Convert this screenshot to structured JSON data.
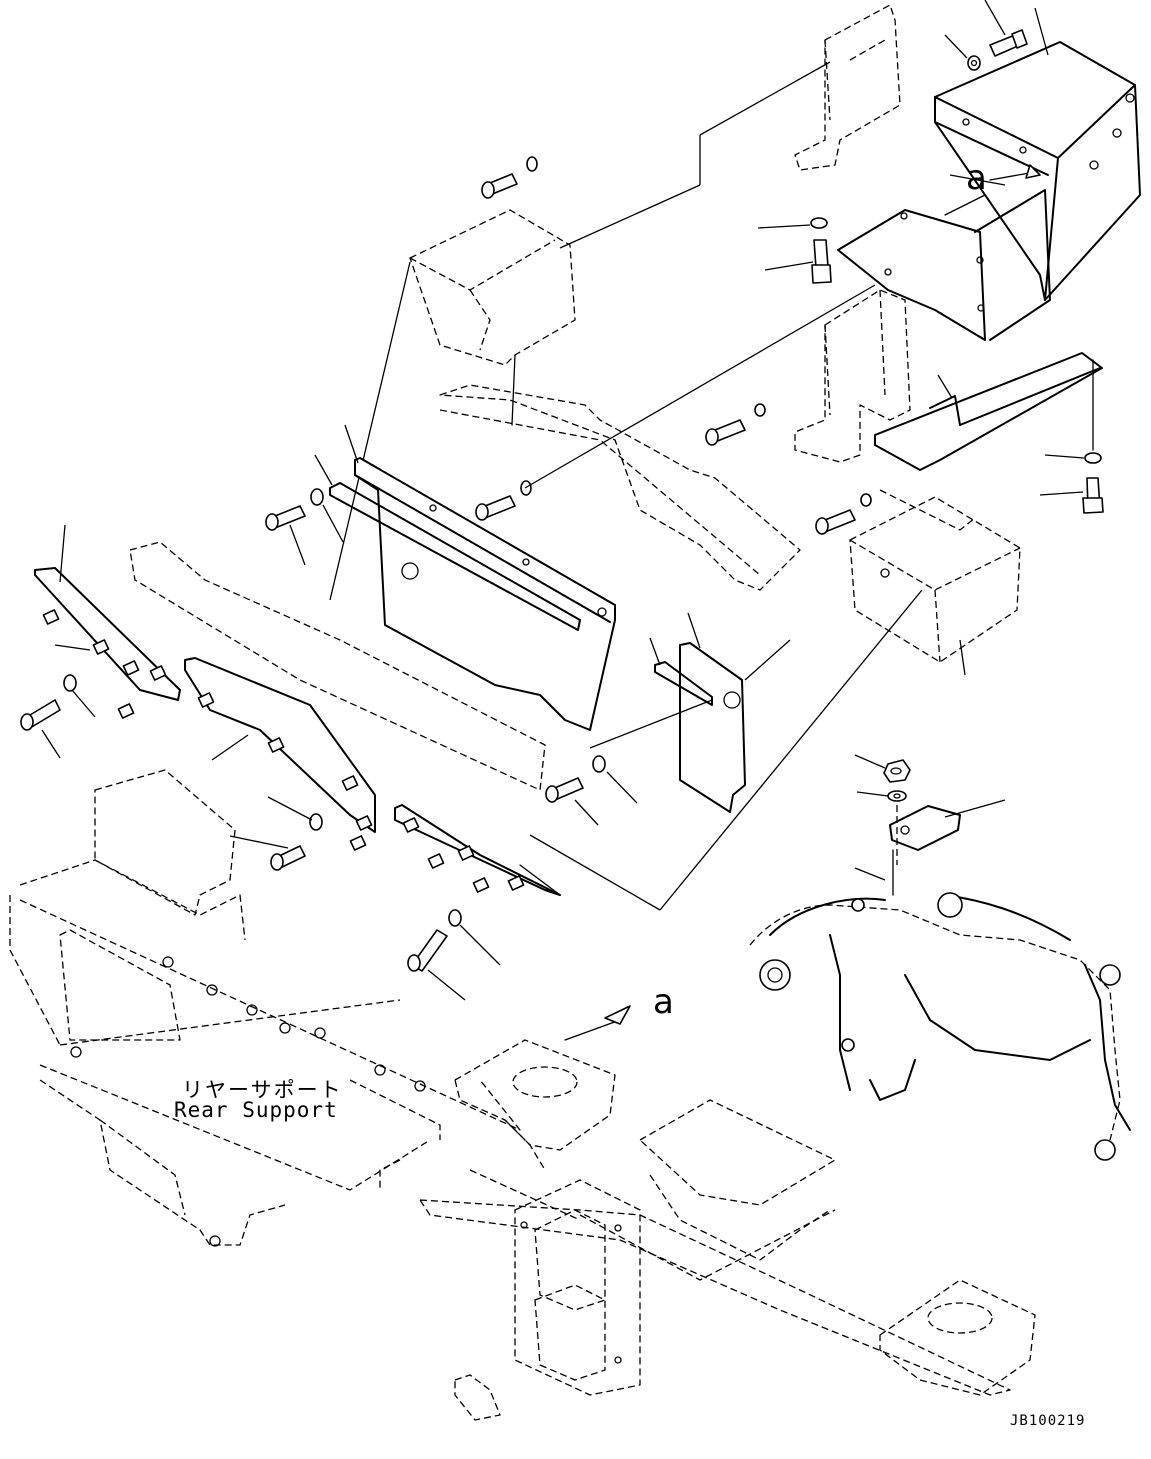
{
  "labels": {
    "rear_support_jp": "リヤーサポート",
    "rear_support_en": "Rear Support",
    "view_ref_top": "a",
    "view_ref_bottom": "a",
    "drawing_number": "JB100219"
  },
  "colors": {
    "line": "#000000",
    "background": "#ffffff"
  }
}
